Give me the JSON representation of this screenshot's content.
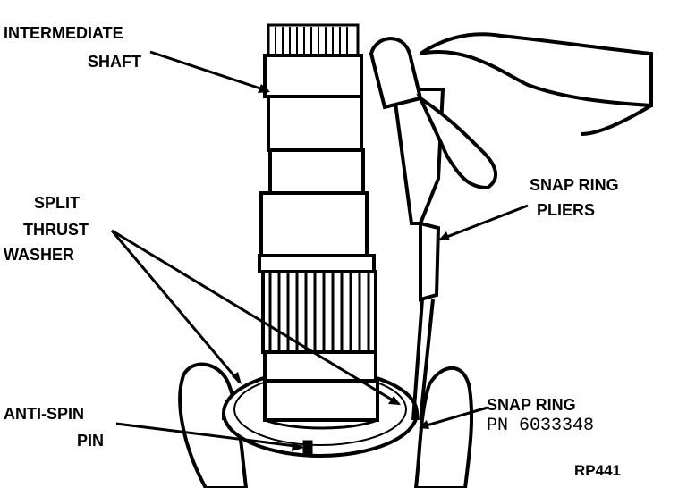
{
  "labels": {
    "intermediate_shaft": [
      "INTERMEDIATE",
      "SHAFT"
    ],
    "split_thrust_washer": [
      "SPLIT",
      "THRUST",
      "WASHER"
    ],
    "anti_spin_pin": [
      "ANTI-SPIN",
      "PIN"
    ],
    "snap_ring_pliers": [
      "SNAP RING",
      "PLIERS"
    ],
    "snap_ring": "SNAP RING",
    "part_number": "PN 6033348",
    "figure_code": "RP441"
  },
  "colors": {
    "ink": "#000000",
    "paper": "#ffffff"
  }
}
